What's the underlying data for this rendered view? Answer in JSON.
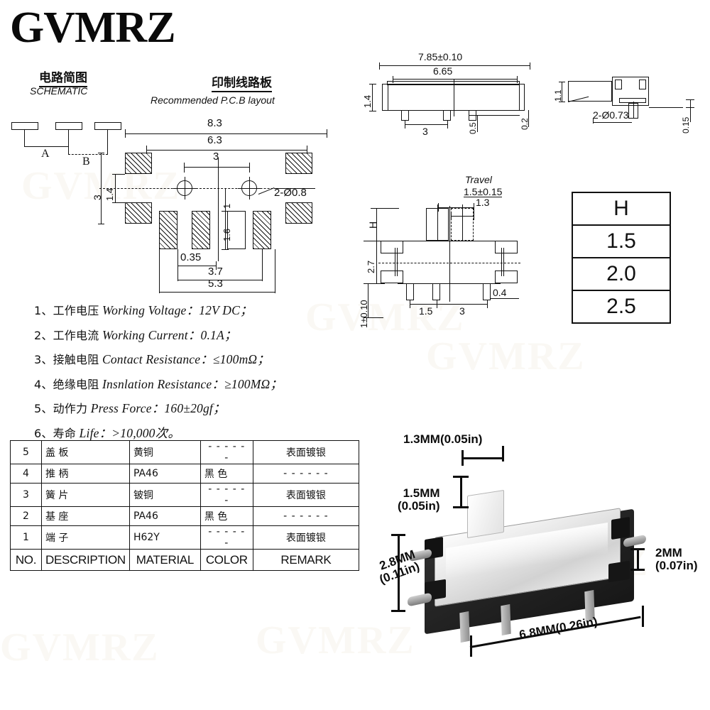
{
  "brand": "GVMRZ",
  "watermarks": [
    "GVMRZ",
    "GVMRZ",
    "GVMRZ",
    "GVMRZ",
    "GVMRZ",
    "GVMRZ"
  ],
  "sections": {
    "schematic": {
      "cn": "电路简图",
      "en": "SCHEMATIC"
    },
    "pcb": {
      "cn": "印制线路板",
      "en": "Recommended P.C.B layout"
    }
  },
  "schematic_labels": {
    "a": "A",
    "b": "B"
  },
  "pcb_dims": {
    "d_8_3": "8.3",
    "d_6_3": "6.3",
    "d_3": "3",
    "d_3_left": "3",
    "d_1_4": "1.4",
    "d_1": "1",
    "d_1_6": "1.6",
    "hole": "2-Ø0.8",
    "d_0_35": "0.35",
    "d_3_7": "3.7",
    "d_5_3": "5.3"
  },
  "top_view_dims": {
    "width_tol": "7.85±0.10",
    "inner": "6.65",
    "left_h": "1.4",
    "pitch": "3",
    "pin": "0.5",
    "foot": "0.2"
  },
  "side_view_dims": {
    "h": "1.1",
    "hole": "2-Ø0.73",
    "thk": "0.15"
  },
  "front_view_dims": {
    "travel_label": "Travel",
    "travel": "1.5±0.15",
    "knob": "1.3",
    "h": "H",
    "body": "2.7",
    "base": "1±0.10",
    "p1": "1.5",
    "p2": "3",
    "pin_w": "0.4"
  },
  "h_table": {
    "header": "H",
    "values": [
      "1.5",
      "2.0",
      "2.5"
    ]
  },
  "specs": [
    {
      "no": "1、",
      "cn": "工作电压",
      "en": "Working Voltage：12V DC；"
    },
    {
      "no": "2、",
      "cn": "工作电流",
      "en": "Working Current：0.1A；"
    },
    {
      "no": "3、",
      "cn": "接触电阻",
      "en": "Contact Resistance：≤100mΩ；"
    },
    {
      "no": "4、",
      "cn": "绝缘电阻",
      "en": "Insnlation Resistance：≥100MΩ；"
    },
    {
      "no": "5、",
      "cn": "动作力",
      "en": "Press Force：160±20gf；"
    },
    {
      "no": "6、",
      "cn": "寿命",
      "en": "Life：>10,000次。"
    }
  ],
  "bom": {
    "headers": [
      "NO.",
      "DESCRIPTION",
      "MATERIAL",
      "COLOR",
      "REMARK"
    ],
    "rows": [
      {
        "no": "5",
        "desc": "盖  板",
        "mat": "黄铜",
        "color": "- - - - - -",
        "remark": "表面镀银"
      },
      {
        "no": "4",
        "desc": "推  柄",
        "mat": "PA46",
        "color": "黑 色",
        "remark": "- - - - - -"
      },
      {
        "no": "3",
        "desc": "簧  片",
        "mat": "铍铜",
        "color": "- - - - - -",
        "remark": "表面镀银"
      },
      {
        "no": "2",
        "desc": "基  座",
        "mat": "PA46",
        "color": "黑 色",
        "remark": "- - - - - -"
      },
      {
        "no": "1",
        "desc": "端  子",
        "mat": "H62Y",
        "color": "- - - - - -",
        "remark": "表面镀银"
      }
    ]
  },
  "photo_dims": {
    "knob_width": "1.3MM(0.05in)",
    "knob_height_l1": "1.5MM",
    "knob_height_l2": "(0.05in)",
    "body_height_l1": "2.8MM",
    "body_height_l2": "(0.11in)",
    "pin_l1": "2MM",
    "pin_l2": "(0.07in)",
    "body_length": "6.8MM(0.26in)"
  }
}
